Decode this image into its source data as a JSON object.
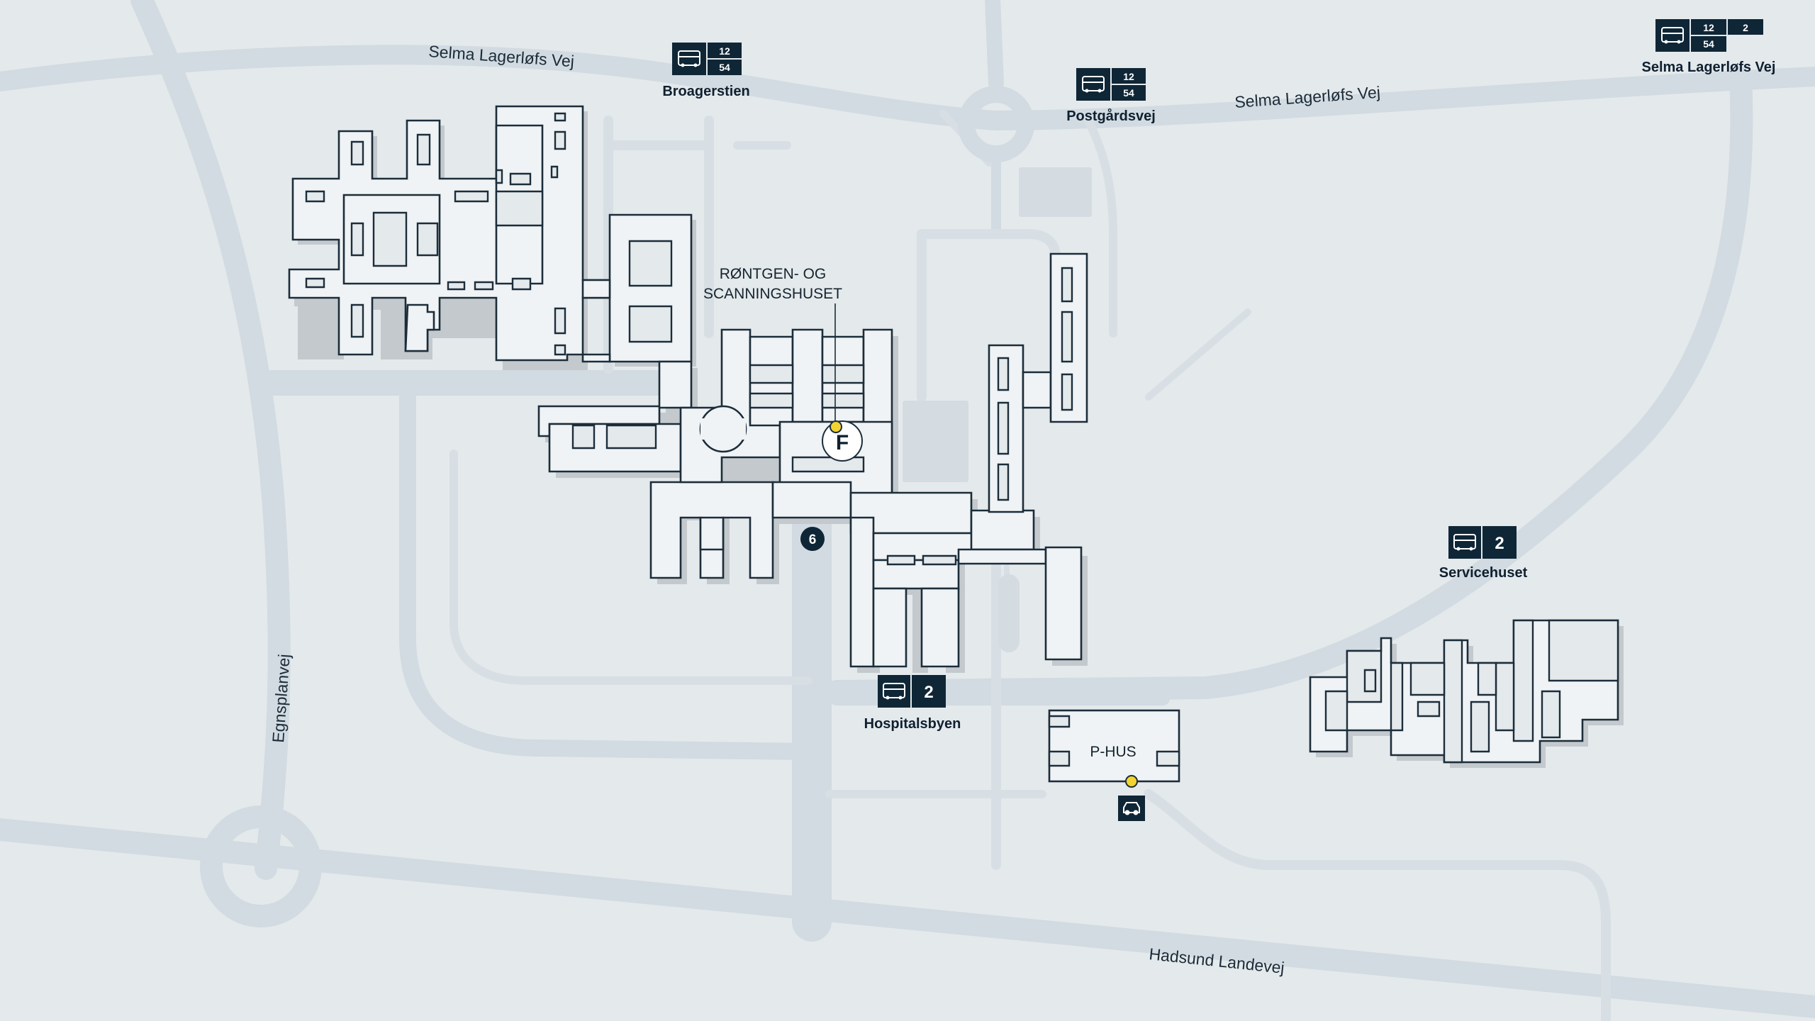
{
  "map": {
    "title": "Aalborg Universitetshospital – Hospitalsbyen",
    "colors": {
      "background": "#e4e9ec",
      "road": "#d2dbe1",
      "building_fill": "#eff3f5",
      "building_outline": "#1c2d3a",
      "badge": "#0f2636",
      "marker": "#f2d332"
    }
  },
  "streets": {
    "selma_west": "Selma Lagerløfs Vej",
    "selma_east": "Selma Lagerløfs Vej",
    "egnsplanvej": "Egnsplanvej",
    "hadsund": "Hadsund Landevej"
  },
  "bus_stops": {
    "broagerstien": {
      "name": "Broagerstien",
      "routes": [
        "12",
        "54"
      ],
      "icon": "bus-icon"
    },
    "postgaardsvej": {
      "name": "Postgårdsvej",
      "routes": [
        "12",
        "54"
      ],
      "icon": "bus-icon"
    },
    "selma_lagerlofs_vej": {
      "name": "Selma Lagerløfs Vej",
      "routes": [
        "12",
        "2",
        "54"
      ],
      "icon": "bus-icon"
    },
    "servicehuset": {
      "name": "Servicehuset",
      "routes": [
        "2"
      ],
      "icon": "bus-icon"
    },
    "hospitalsbyen": {
      "name": "Hospitalsbyen",
      "routes": [
        "2"
      ],
      "icon": "bus-icon"
    }
  },
  "buildings": {
    "xray": {
      "line1": "RØNTGEN- OG",
      "line2": "SCANNINGSHUSET",
      "entrance": "F"
    },
    "parking": {
      "label": "P-HUS",
      "icon": "car-icon"
    },
    "entrance_6": "6"
  }
}
